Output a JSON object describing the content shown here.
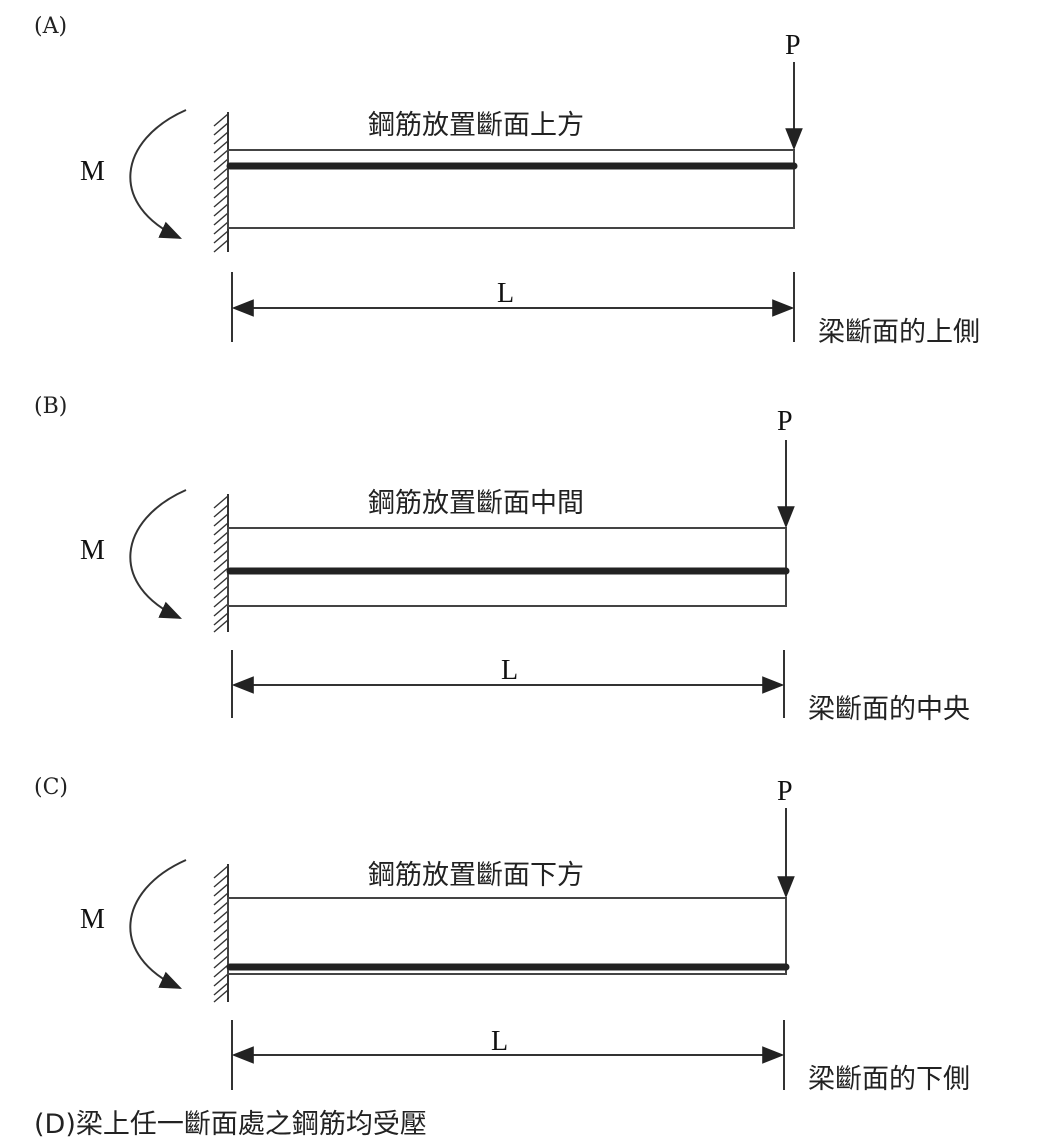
{
  "panels": [
    {
      "id": "A",
      "option_label": "(A)",
      "rebar_caption": "鋼筋放置斷面上方",
      "position_caption": "梁斷面的上側",
      "rebar_position": "top"
    },
    {
      "id": "B",
      "option_label": "(B)",
      "rebar_caption": "鋼筋放置斷面中間",
      "position_caption": "梁斷面的中央",
      "rebar_position": "middle"
    },
    {
      "id": "C",
      "option_label": "(C)",
      "rebar_caption": "鋼筋放置斷面下方",
      "position_caption": "梁斷面的下側",
      "rebar_position": "bottom"
    }
  ],
  "labels": {
    "moment": "M",
    "load": "P",
    "length": "L"
  },
  "option_d": "(D)梁上任一斷面處之鋼筋均受壓"
}
